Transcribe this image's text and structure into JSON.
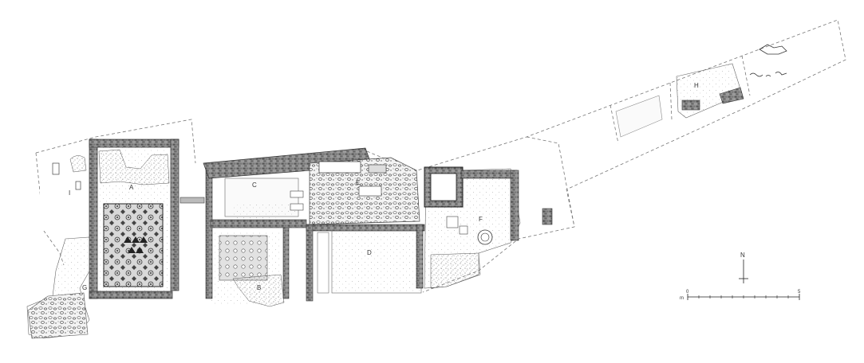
{
  "plan": {
    "room_labels": {
      "a": "A",
      "b": "B",
      "c": "C",
      "d": "D",
      "e": "E",
      "f": "F",
      "g": "G",
      "h": "H",
      "i": "I"
    },
    "north_label": "N",
    "scale": {
      "unit": "m",
      "start": "0",
      "end": "5"
    }
  }
}
